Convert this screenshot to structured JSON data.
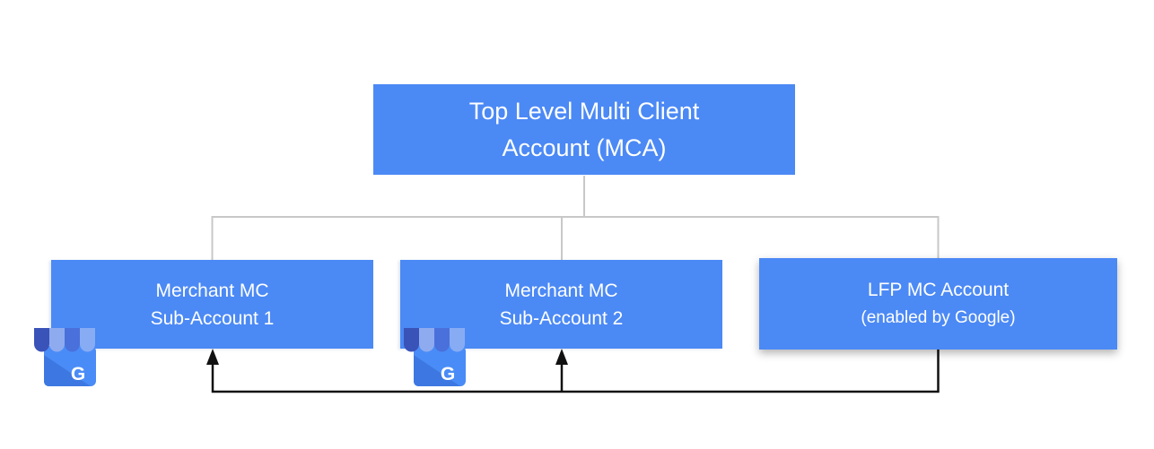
{
  "diagram": {
    "nodes": {
      "top_mca": {
        "line1": "Top Level Multi Client",
        "line2": "Account (MCA)"
      },
      "merchant_sub_account_1": {
        "line1": "Merchant MC",
        "line2": "Sub-Account 1"
      },
      "merchant_sub_account_2": {
        "line1": "Merchant MC",
        "line2": "Sub-Account 2"
      },
      "lfp_mc_account": {
        "line1": "LFP MC Account",
        "line2": "(enabled by Google)"
      }
    },
    "icons": {
      "name": "google-business-storefront-icon",
      "letter": "G"
    },
    "colors": {
      "node_fill": "#4B89F5",
      "node_text": "#FFFFFF",
      "tree_connector": "#C8C8C8",
      "arrow_connector": "#111111",
      "icon_body": "#4A8CF7",
      "icon_awning_dark": "#3A53B8",
      "icon_awning_light": "#8FABEF"
    }
  }
}
